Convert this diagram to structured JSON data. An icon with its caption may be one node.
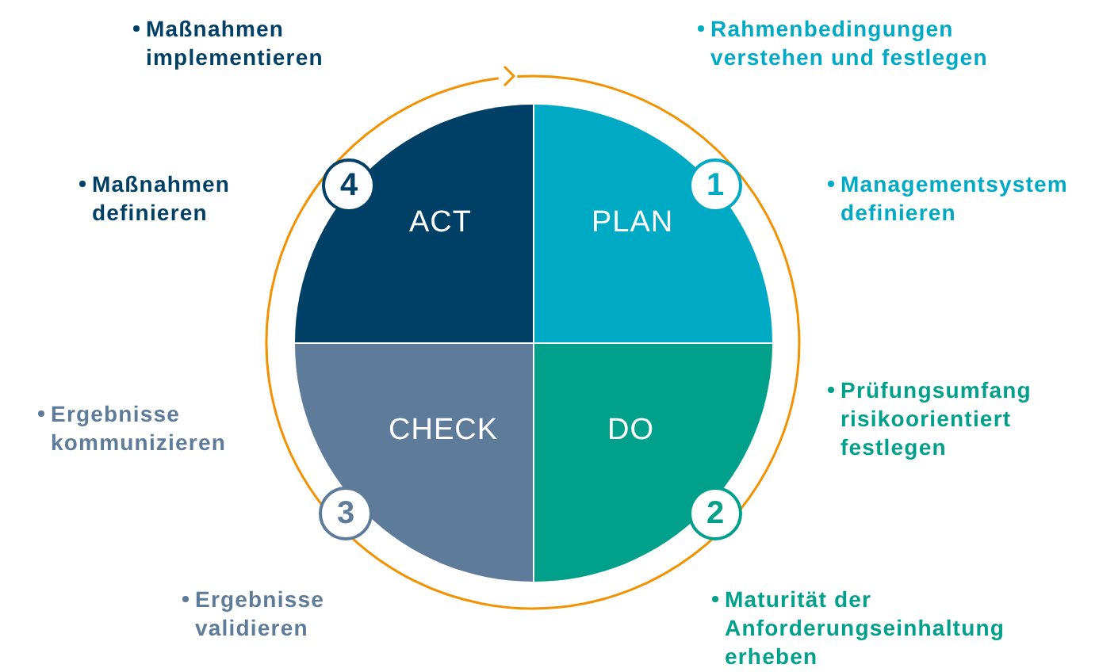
{
  "diagram": {
    "nodes": [
      {
        "text": [
          "PLAN"
        ]
      },
      {
        "text": [
          "DO"
        ]
      },
      {
        "text": [
          "CHECK"
        ]
      },
      {
        "text": [
          "ACT"
        ]
      },
      {
        "text": [
          "1"
        ]
      },
      {
        "text": [
          "2"
        ]
      },
      {
        "text": [
          "3"
        ]
      },
      {
        "text": [
          "4"
        ]
      }
    ],
    "edges": [],
    "labels": [
      "Maßnahmen implementieren",
      "Rahmenbedingungen verstehen und festlegen",
      "Maßnahmen definieren",
      "Managementsystem definieren",
      "Prüfungsumfang risikoorientiert festlegen",
      "Ergebnisse kommunizieren",
      "Ergebnisse validieren",
      "Maturität der Anforderungseinhaltung erheben"
    ]
  }
}
